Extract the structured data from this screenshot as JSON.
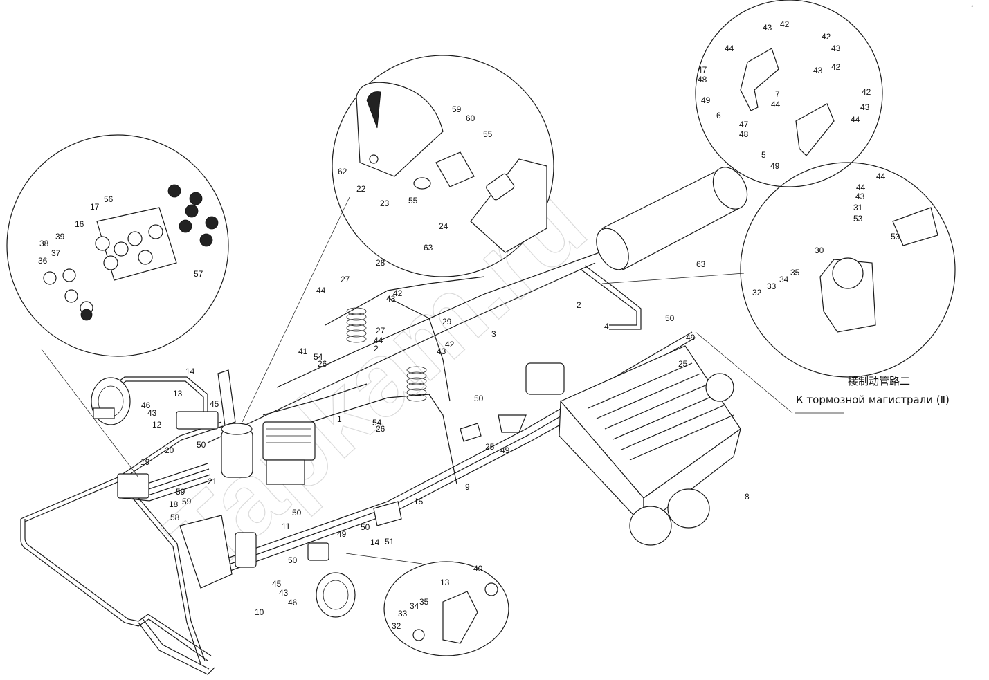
{
  "watermark": "Tapkam.ru",
  "corner_mark": "·°···",
  "note": {
    "line1": "接制动管路二",
    "line2": "К тормозной магистрали (Ⅱ)"
  },
  "callouts": [
    "1",
    "2",
    "2",
    "3",
    "4",
    "5",
    "6",
    "7",
    "8",
    "9",
    "10",
    "11",
    "12",
    "13",
    "13",
    "14",
    "14",
    "15",
    "16",
    "17",
    "18",
    "19",
    "20",
    "21",
    "22",
    "23",
    "24",
    "25",
    "25",
    "26",
    "26",
    "27",
    "27",
    "28",
    "29",
    "30",
    "31",
    "32",
    "32",
    "33",
    "33",
    "34",
    "34",
    "35",
    "35",
    "36",
    "37",
    "38",
    "39",
    "40",
    "41",
    "42",
    "42",
    "42",
    "42",
    "42",
    "42",
    "43",
    "43",
    "43",
    "43",
    "43",
    "43",
    "43",
    "43",
    "43",
    "44",
    "44",
    "44",
    "44",
    "44",
    "44",
    "44",
    "45",
    "45",
    "46",
    "46",
    "47",
    "47",
    "48",
    "48",
    "49",
    "49",
    "49",
    "49",
    "49",
    "50",
    "50",
    "50",
    "50",
    "50",
    "50",
    "51",
    "53",
    "53",
    "54",
    "54",
    "55",
    "55",
    "56",
    "57",
    "58",
    "59",
    "59",
    "59",
    "60",
    "62",
    "63",
    "63"
  ],
  "colors": {
    "line": "#1a1a1a",
    "background": "#ffffff",
    "watermark": "#bdbdbd"
  }
}
